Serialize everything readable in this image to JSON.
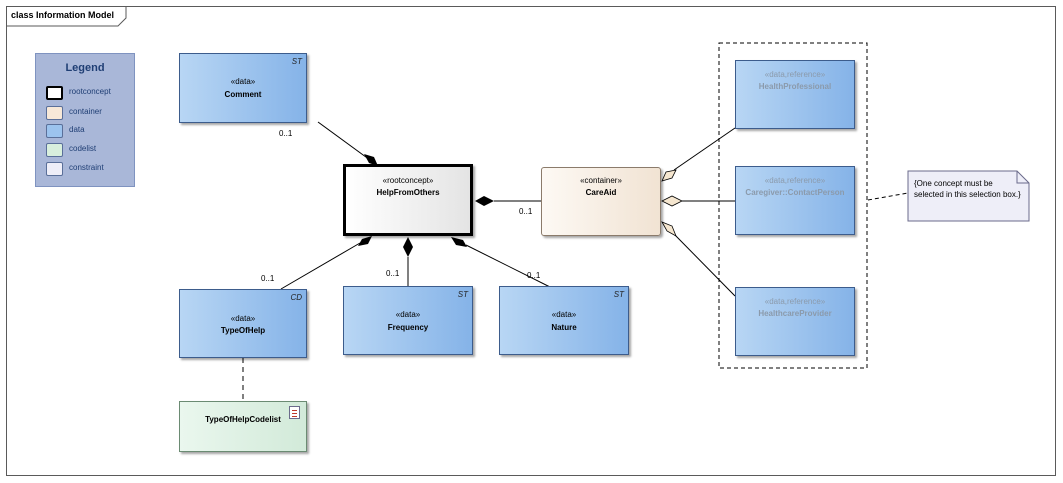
{
  "frame": {
    "title": "class Information Model"
  },
  "legend": {
    "title": "Legend",
    "items": [
      {
        "label": "rootconcept",
        "color": "#ffffff"
      },
      {
        "label": "container",
        "color": "#f7e8d8"
      },
      {
        "label": "data",
        "color": "#9cc3ee"
      },
      {
        "label": "codelist",
        "color": "#d8efdd"
      },
      {
        "label": "constraint",
        "color": "#eeeef8"
      }
    ]
  },
  "classes": {
    "comment": {
      "stereotype": "«data»",
      "name": "Comment",
      "tag": "ST"
    },
    "help_from_others": {
      "stereotype": "«rootconcept»",
      "name": "HelpFromOthers"
    },
    "care_aid": {
      "stereotype": "«container»",
      "name": "CareAid"
    },
    "type_of_help": {
      "stereotype": "«data»",
      "name": "TypeOfHelp",
      "tag": "CD"
    },
    "frequency": {
      "stereotype": "«data»",
      "name": "Frequency",
      "tag": "ST"
    },
    "nature": {
      "stereotype": "«data»",
      "name": "Nature",
      "tag": "ST"
    },
    "type_of_help_codelist": {
      "name": "TypeOfHelpCodelist"
    },
    "health_professional": {
      "stereotype": "«data,reference»",
      "name": "HealthProfessional"
    },
    "contact_person": {
      "stereotype": "«data,reference»",
      "name": "Caregiver::ContactPerson"
    },
    "healthcare_provider": {
      "stereotype": "«data,reference»",
      "name": "HealthcareProvider"
    }
  },
  "multiplicities": {
    "comment": "0..1",
    "care_aid": "0..1",
    "type_of_help": "0..1",
    "frequency": "0..1",
    "nature": "0..1"
  },
  "note": {
    "text": "{One concept must be selected in this selection box.}"
  }
}
